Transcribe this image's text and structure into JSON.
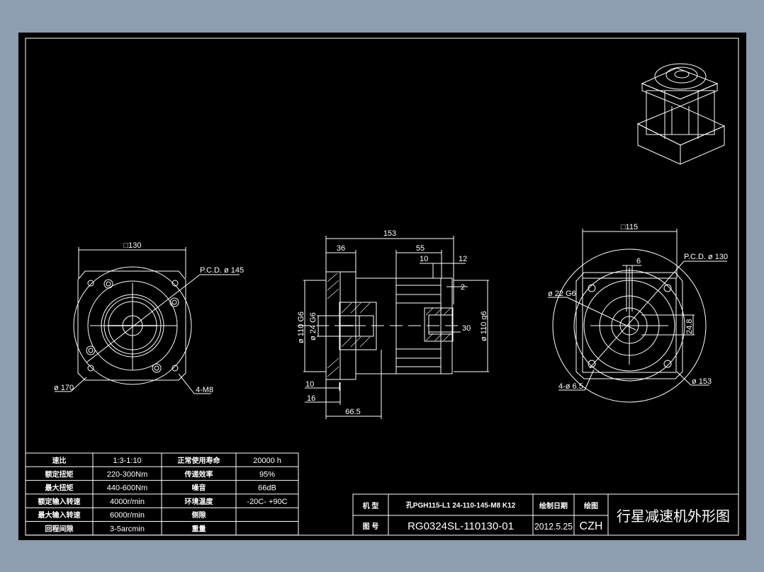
{
  "dimensions": {
    "front_left": {
      "square": "□130",
      "pcd": "P.C.D. ø 145",
      "outer_dia": "ø 170",
      "holes": "4-M8"
    },
    "side": {
      "total_length": "153",
      "flange": "36",
      "shaft_len": "55",
      "d10": "10",
      "d12": "12",
      "d2": "2",
      "d30": "30",
      "dia_left": "ø 110 G6",
      "bore": "ø 24 G6",
      "dia_right": "ø 110 g6",
      "b10": "10",
      "b16": "16",
      "b665": "66.5"
    },
    "front_right": {
      "square": "□115",
      "key": "6",
      "pcd": "P.C.D.  ø 130",
      "bore": "ø 22 G6",
      "key_height": "24.8",
      "holes": "4-ø 6.5",
      "outer_dia": "ø 153"
    }
  },
  "spec_table": {
    "rows": [
      [
        "速比",
        "1:3-1:10",
        "正常使用寿命",
        "20000  h"
      ],
      [
        "额定扭矩",
        "220-300Nm",
        "传递效率",
        "95%"
      ],
      [
        "最大扭矩",
        "440-600Nm",
        "噪音",
        "66dB"
      ],
      [
        "额定输入转速",
        "4000r/min",
        "环境温度",
        "-20C-  +90C"
      ],
      [
        "最大输入转速",
        "6000r/min",
        "侧隙",
        ""
      ],
      [
        "回程间隙",
        "3-5arcmin",
        "重量",
        ""
      ]
    ]
  },
  "title_block": {
    "model_label": "机 型",
    "model_value": "孔PGH115-L1 24-110-145-M8 K12",
    "date_label": "绘制日期",
    "drawer_label": "绘图",
    "drawing_no_label": "图 号",
    "drawing_no": "RG0324SL-110130-01",
    "date": "2012.5.25",
    "drawer": "CZH",
    "title": "行星减速机外形图"
  },
  "colors": {
    "background": "#8e9daf",
    "canvas": "#000000",
    "lines": "#ffffff"
  }
}
